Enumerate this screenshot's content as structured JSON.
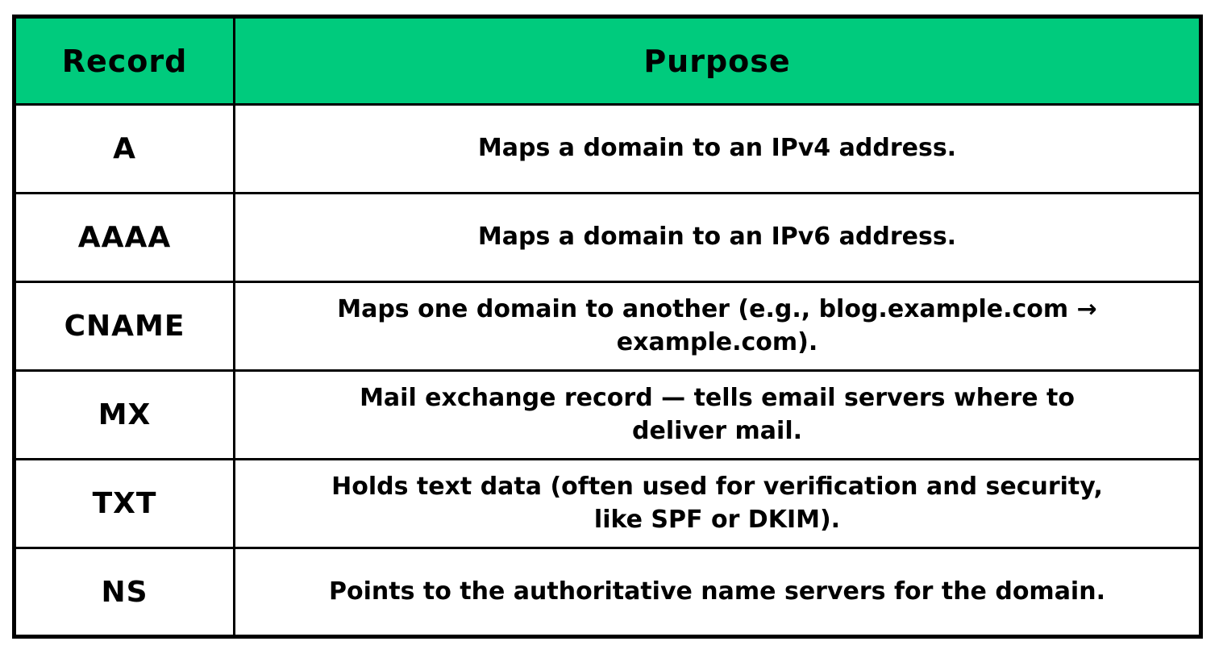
{
  "table": {
    "columns": [
      {
        "key": "record",
        "label": "Record"
      },
      {
        "key": "purpose",
        "label": "Purpose"
      }
    ],
    "rows": [
      {
        "record": "A",
        "purpose": "Maps a domain to an IPv4 address."
      },
      {
        "record": "AAAA",
        "purpose": "Maps a domain to an IPv6 address."
      },
      {
        "record": "CNAME",
        "purpose": "Maps one domain to another (e.g., blog.example.com →\nexample.com)."
      },
      {
        "record": "MX",
        "purpose": "Mail exchange record — tells email servers where to\ndeliver mail."
      },
      {
        "record": "TXT",
        "purpose": "Holds text data (often used for verification and security,\nlike SPF or DKIM)."
      },
      {
        "record": "NS",
        "purpose": "Points to the authoritative name servers for the domain."
      }
    ]
  },
  "colors": {
    "header_bg": "#00CB7D",
    "border": "#000000",
    "text": "#000000",
    "cell_bg": "#ffffff"
  }
}
